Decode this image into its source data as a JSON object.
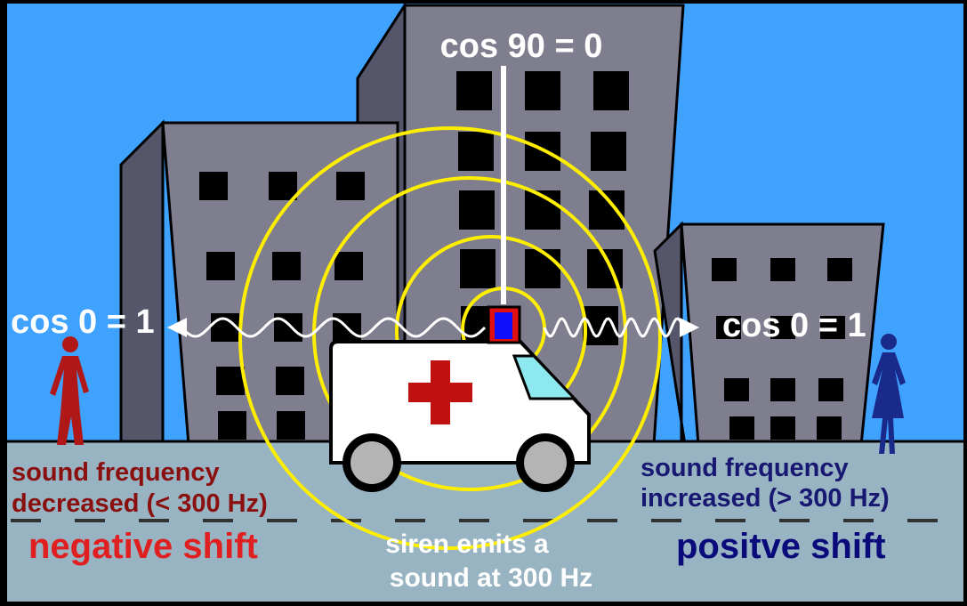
{
  "labels": {
    "top_cos": "cos 90 = 0",
    "left_cos": "cos 0 = 1",
    "right_cos": "cos 0 = 1",
    "left_desc_line1": "sound frequency",
    "left_desc_line2": "decreased (< 300 Hz)",
    "right_desc_line1": "sound frequency",
    "right_desc_line2": "increased (> 300 Hz)",
    "siren_line1": "siren emits a",
    "siren_line2": "sound at 300 Hz",
    "negative_shift": "negative shift",
    "positive_shift": "positve shift"
  },
  "colors": {
    "sky": "#3fa2ff",
    "building": "#7e7e8e",
    "building_side": "#56566a",
    "road": "#98b4c2",
    "wave_rings": "#ffee00",
    "negative": "#e02020",
    "positive": "#0a0a7a",
    "left_desc": "#8a1010",
    "right_desc": "#181872",
    "cross": "#c01010",
    "light_red": "#e01010",
    "light_blue": "#1010ff"
  }
}
